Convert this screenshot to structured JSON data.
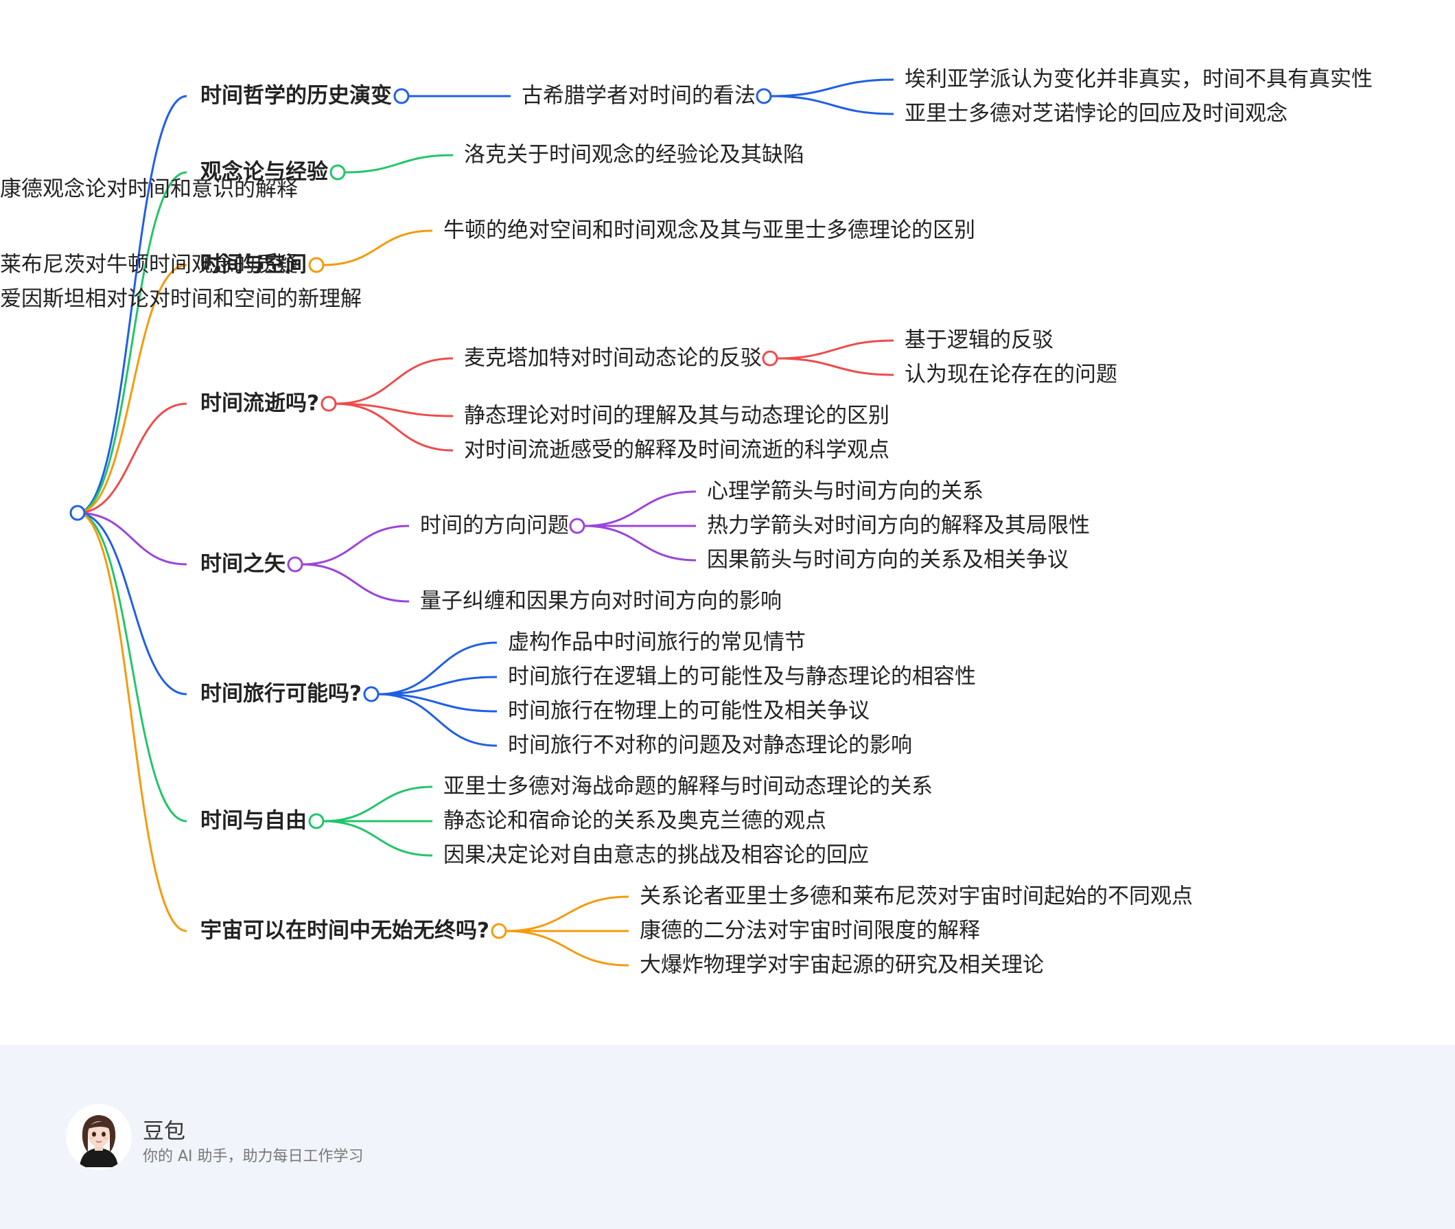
{
  "mindmap": {
    "root": {
      "label": "",
      "color": "#1f5fe6"
    },
    "branches": [
      {
        "label": "时间哲学的历史演变",
        "color": "#1f5fe6",
        "children": [
          {
            "label": "古希腊学者对时间的看法",
            "children": [
              {
                "label": "埃利亚学派认为变化并非真实，时间不具有真实性"
              },
              {
                "label": "亚里士多德对芝诺悖论的回应及时间观念"
              }
            ]
          }
        ]
      },
      {
        "label": "观念论与经验",
        "color": "#22c56a",
        "children": [
          {
            "label": "洛克关于时间观念的经验论及其缺陷"
          },
          {
            "label": "康德观念论对时间和意识的解释"
          }
        ]
      },
      {
        "label": "时间与空间",
        "color": "#f59a0c",
        "children": [
          {
            "label": "牛顿的绝对空间和时间观念及其与亚里士多德理论的区别"
          },
          {
            "label": "莱布尼茨对牛顿时间观念的质疑"
          },
          {
            "label": "爱因斯坦相对论对时间和空间的新理解"
          }
        ]
      },
      {
        "label": "时间流逝吗?",
        "color": "#ee4b4b",
        "children": [
          {
            "label": "麦克塔加特对时间动态论的反驳",
            "children": [
              {
                "label": "基于逻辑的反驳"
              },
              {
                "label": "认为现在论存在的问题"
              }
            ]
          },
          {
            "label": "静态理论对时间的理解及其与动态理论的区别"
          },
          {
            "label": "对时间流逝感受的解释及时间流逝的科学观点"
          }
        ]
      },
      {
        "label": "时间之矢",
        "color": "#9a45dc",
        "children": [
          {
            "label": "时间的方向问题",
            "children": [
              {
                "label": "心理学箭头与时间方向的关系"
              },
              {
                "label": "热力学箭头对时间方向的解释及其局限性"
              },
              {
                "label": "因果箭头与时间方向的关系及相关争议"
              }
            ]
          },
          {
            "label": "量子纠缠和因果方向对时间方向的影响"
          }
        ]
      },
      {
        "label": "时间旅行可能吗?",
        "color": "#1f5fe6",
        "children": [
          {
            "label": "虚构作品中时间旅行的常见情节"
          },
          {
            "label": "时间旅行在逻辑上的可能性及与静态理论的相容性"
          },
          {
            "label": "时间旅行在物理上的可能性及相关争议"
          },
          {
            "label": "时间旅行不对称的问题及对静态理论的影响"
          }
        ]
      },
      {
        "label": "时间与自由",
        "color": "#22c56a",
        "children": [
          {
            "label": "亚里士多德对海战命题的解释与时间动态理论的关系"
          },
          {
            "label": "静态论和宿命论的关系及奥克兰德的观点"
          },
          {
            "label": "因果决定论对自由意志的挑战及相容论的回应"
          }
        ]
      },
      {
        "label": "宇宙可以在时间中无始无终吗?",
        "color": "#f59a0c",
        "children": [
          {
            "label": "关系论者亚里士多德和莱布尼茨对宇宙时间起始的不同观点"
          },
          {
            "label": "康德的二分法对宇宙时间限度的解释"
          },
          {
            "label": "大爆炸物理学对宇宙起源的研究及相关理论"
          }
        ]
      }
    ]
  },
  "footer": {
    "brand_name": "豆包",
    "brand_tagline": "你的 AI 助手，助力每日工作学习",
    "avatar_icon": "assistant-avatar-icon"
  }
}
